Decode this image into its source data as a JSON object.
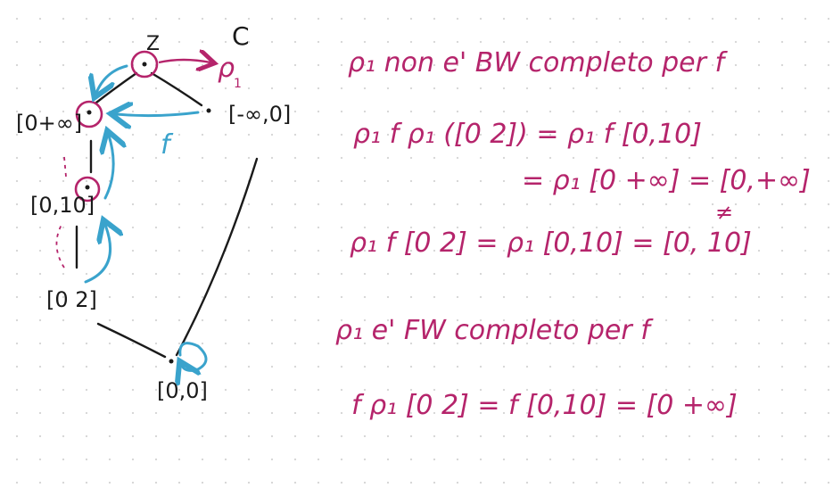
{
  "diagram": {
    "lattice_name": "C",
    "top_label": "Z",
    "rho_label": "ρ",
    "rho_sub": "1",
    "f_label": "f",
    "nodes": {
      "zero_inf": "[0+∞]",
      "minus_inf": "[-∞,0]",
      "zero_ten": "[0,10]",
      "zero_two": "[0 2]",
      "zero_zero": "[0,0]"
    }
  },
  "notes": {
    "line1": "ρ₁ non e' BW completo per f",
    "line2a": "ρ₁ f ρ₁ ([0 2]) = ρ₁ f [0,10]",
    "line2b": "= ρ₁ [0 +∞] = [0,+∞]",
    "neq_mark": "≠",
    "line3": "ρ₁ f [0 2] = ρ₁ [0,10] = [0, 10]",
    "line4": "ρ₁ e' FW completo per f",
    "line5": "f ρ₁ [0 2] = f [0,10] = [0 +∞]"
  },
  "colors": {
    "ink": "#1a1a1a",
    "pink": "#b5246b",
    "blue": "#3aa3cc",
    "background": "#ffffff"
  }
}
